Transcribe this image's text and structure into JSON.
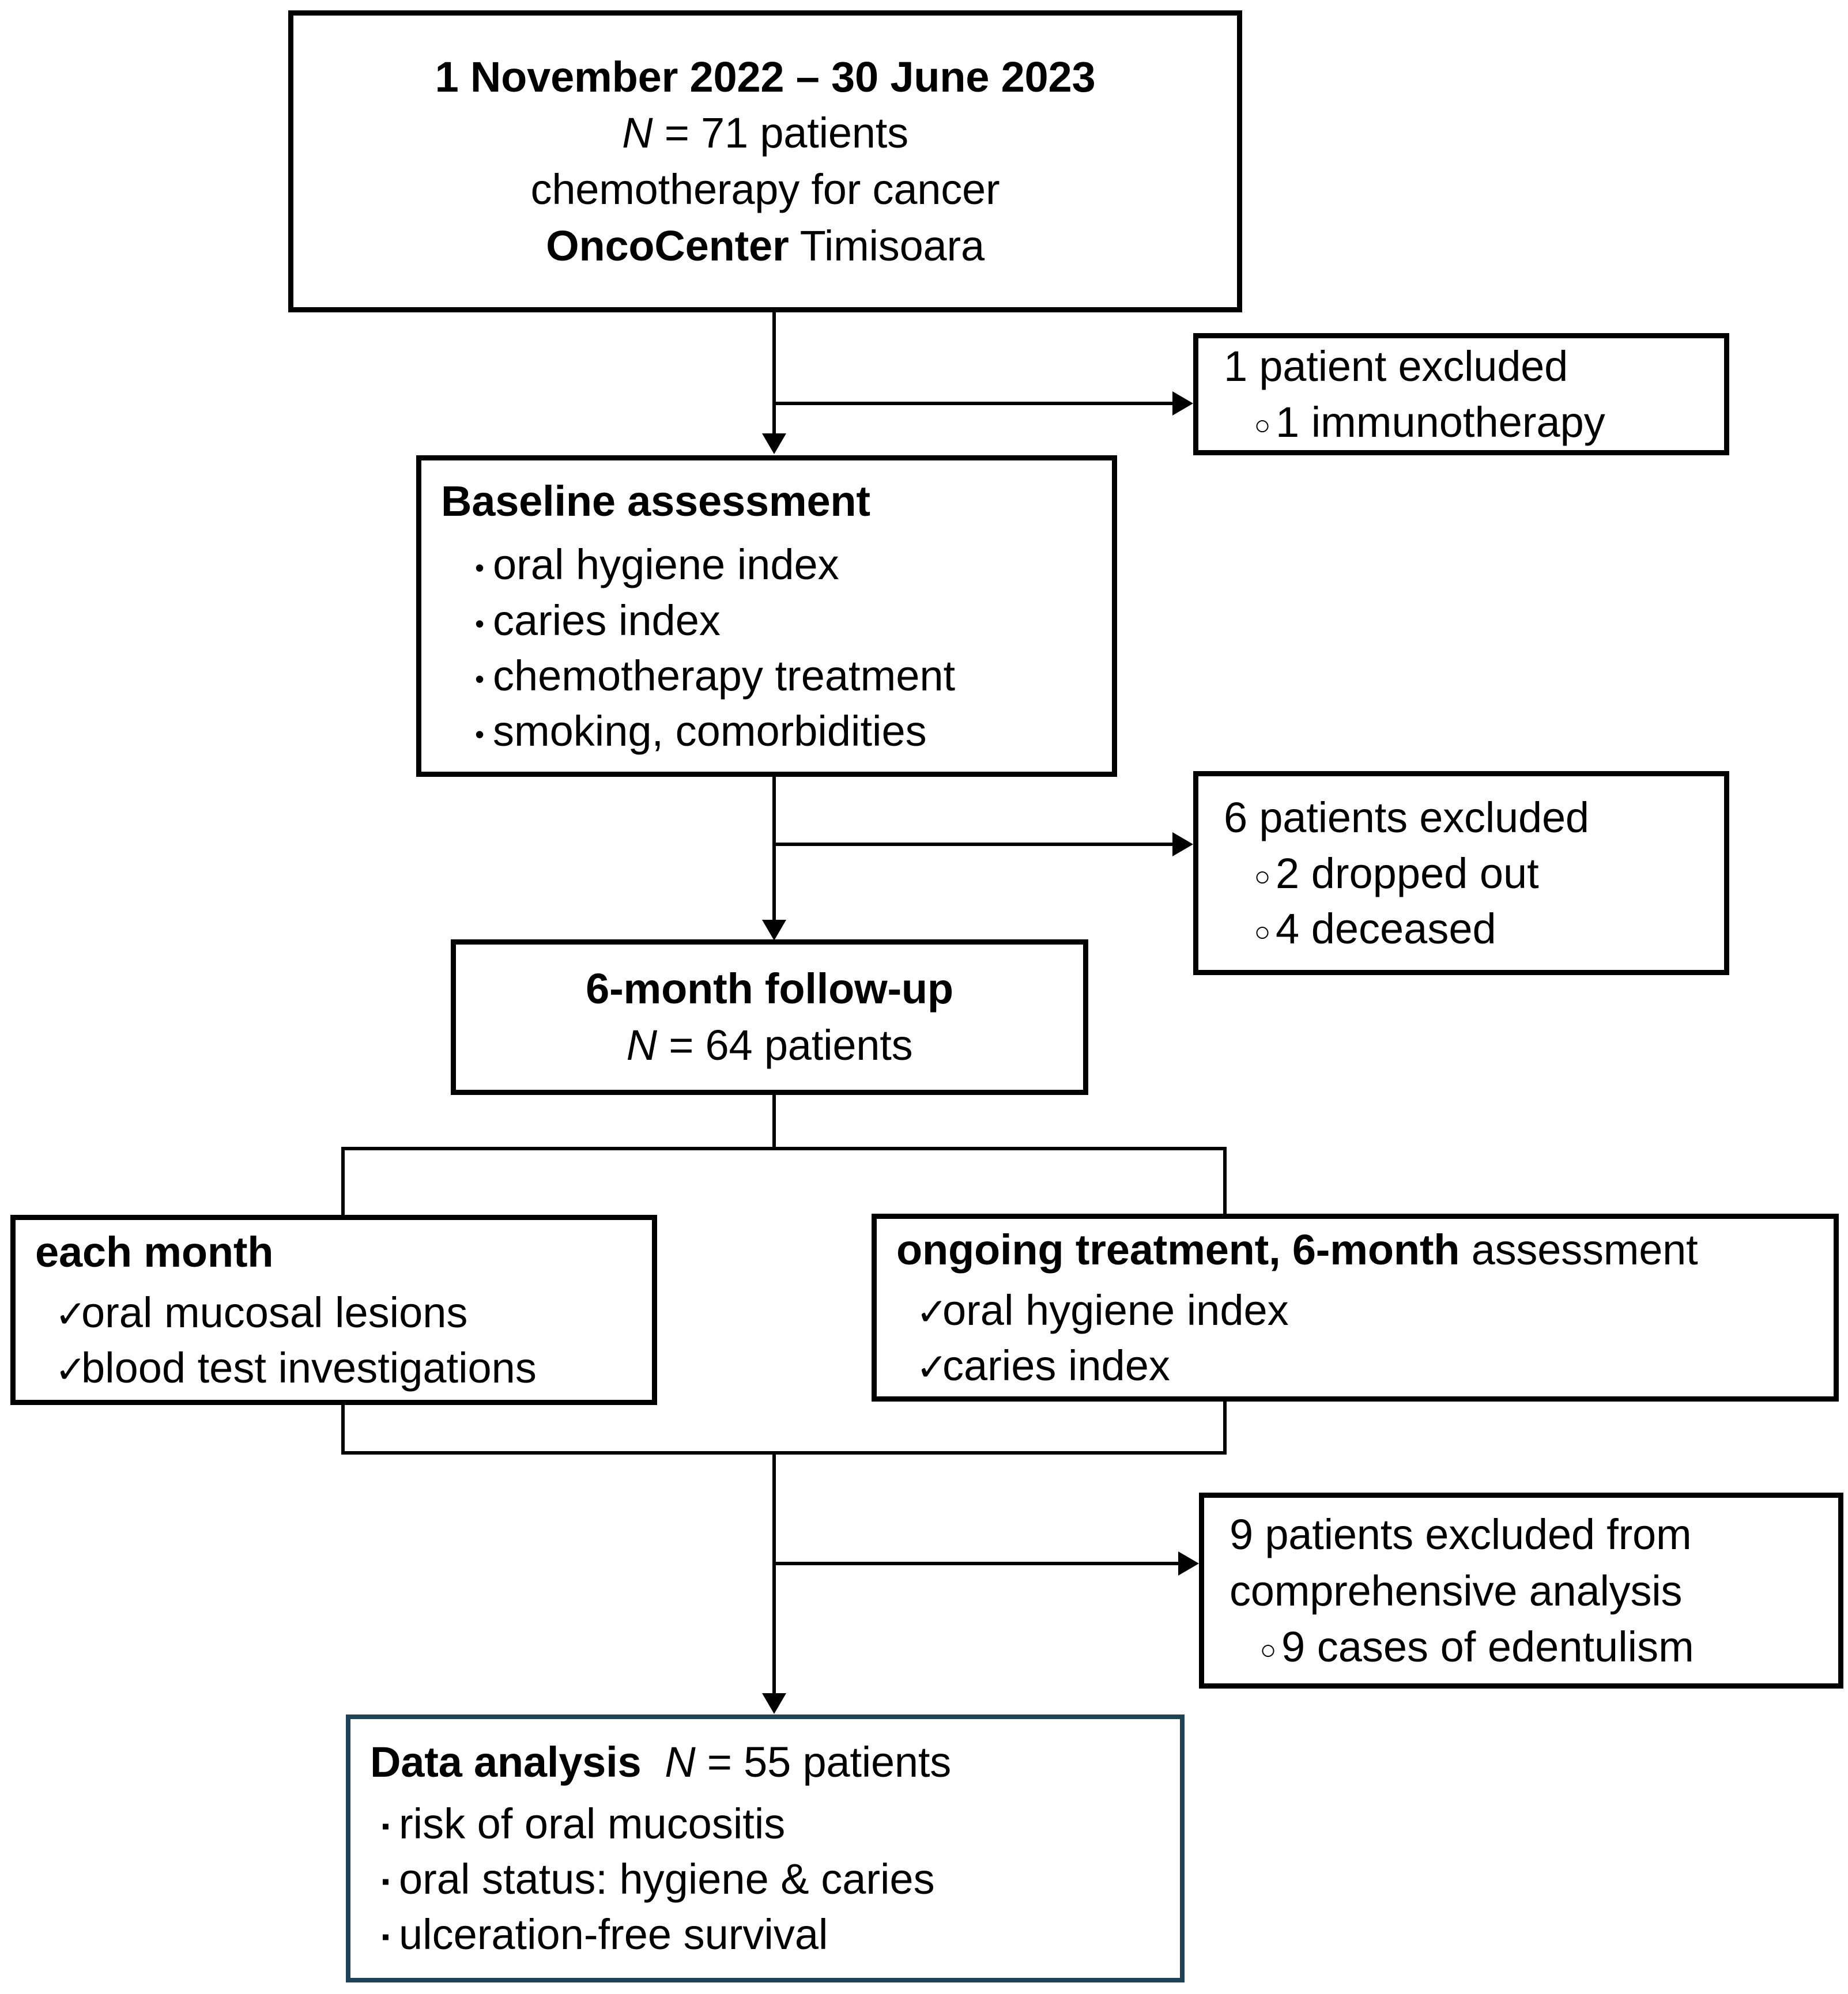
{
  "diagram": {
    "type": "patient-flow-chart",
    "accent_color": "#1F4355",
    "line_color": "#000000",
    "background": "#ffffff",
    "nodes": {
      "enrollment": {
        "title": "1 November 2022 – 30 June 2023",
        "count_line": "N = 71 patients",
        "count_italic_symbol": "N",
        "count_rest": " = 71 patients",
        "detail": "chemotherapy for cancer",
        "site_bold": "OncoCenter",
        "site_rest": " Timisoara"
      },
      "excluded_1": {
        "heading": "1 patient excluded",
        "items": [
          "1 immunotherapy"
        ]
      },
      "baseline": {
        "heading": "Baseline assessment",
        "items": [
          "oral hygiene index",
          "caries index",
          "chemotherapy  treatment",
          "smoking, comorbidities"
        ]
      },
      "excluded_6": {
        "heading": "6 patients excluded",
        "items": [
          "2 dropped  out",
          "4 deceased"
        ]
      },
      "followup": {
        "heading": "6-month follow-up",
        "count_italic_symbol": "N",
        "count_rest": " = 64 patients"
      },
      "each_month": {
        "heading": "each month",
        "items": [
          "oral mucosal lesions",
          "blood test investigations"
        ]
      },
      "ongoing": {
        "heading_bold": "ongoing treatment, 6-month",
        "heading_rest": " assessment",
        "items": [
          "oral hygiene index",
          "caries index"
        ]
      },
      "excluded_9": {
        "heading_line_1": "9 patients excluded from",
        "heading_line_2": "comprehensive analysis",
        "items": [
          "9 cases of edentulism"
        ]
      },
      "analysis": {
        "heading_bold": "Data analysis",
        "heading_italic_symbol": "N",
        "heading_rest": " = 55 patients",
        "items": [
          "risk of oral mucositis",
          "oral status: hygiene & caries",
          "ulceration-free survival"
        ]
      }
    },
    "icons": {
      "bullet_dot": "•",
      "bullet_ring": "○",
      "bullet_check": "✓",
      "bullet_square": "▪"
    }
  }
}
